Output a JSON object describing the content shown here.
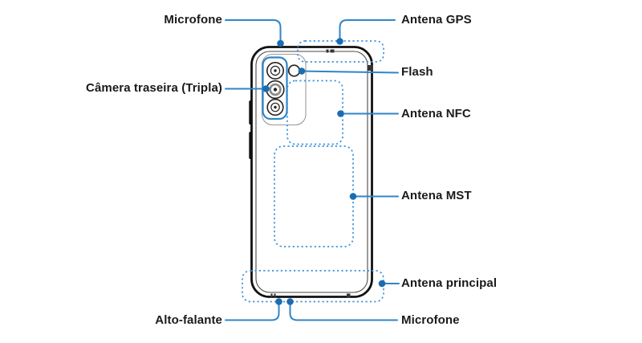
{
  "diagram": {
    "device": "smartphone-back-view",
    "labels": {
      "microphone_top": "Microfone",
      "gps_antenna": "Antena GPS",
      "flash": "Flash",
      "rear_camera": "Câmera traseira (Tripla)",
      "nfc_antenna": "Antena NFC",
      "mst_antenna": "Antena MST",
      "main_antenna": "Antena principal",
      "speaker": "Alto-falante",
      "microphone_bottom": "Microfone"
    },
    "colors": {
      "leader_line": "#2e86c8",
      "callout_dot": "#1a6db3",
      "antenna_outline": "#3b93dd",
      "camera_outline": "#2e86c8",
      "phone_outline": "#111111",
      "label_text": "#1a1a1a",
      "background": "#ffffff"
    }
  }
}
